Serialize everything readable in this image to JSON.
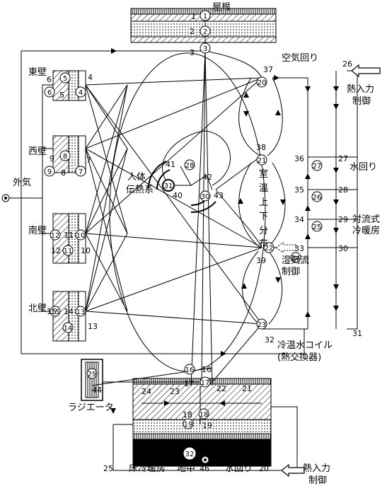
{
  "labels": {
    "roof": "屋根",
    "east_wall": "東壁",
    "west_wall": "西壁",
    "south_wall": "南壁",
    "north_wall": "北壁",
    "outdoor_air": "外気",
    "human_body": "人体",
    "human_heat": "伝熱系",
    "room_temp": [
      "室",
      "温",
      "上",
      "下",
      "分",
      "布"
    ],
    "air_loop": "空気回り",
    "heat_input_control_top": [
      "熱入力",
      "制御"
    ],
    "water_loop_right": "水回り",
    "convective_hvac": [
      "対流式",
      "冷暖房"
    ],
    "moisture_flow": "湿気流",
    "moisture_control": "制御",
    "coil": "冷温水コイル",
    "heat_exchanger": "(熱交換器)",
    "radiator": "ラジエータ",
    "floor_hvac": "床冷暖房",
    "ground": "地中",
    "water_loop_bottom": "水回り",
    "heat_input_control_bottom": [
      "熱入力",
      "制御"
    ]
  },
  "circled_nodes": [
    "1",
    "2",
    "3",
    "5",
    "4",
    "6",
    "8",
    "7",
    "9",
    "12",
    "10",
    "11",
    "15",
    "13",
    "14",
    "20",
    "21",
    "22",
    "23",
    "27",
    "26",
    "25",
    "24",
    "28",
    "31",
    "30",
    "16",
    "17",
    "18",
    "19",
    "29",
    "32"
  ],
  "plain_nodes": [
    "1",
    "2",
    "3",
    "4",
    "5",
    "6",
    "9",
    "7",
    "8",
    "12",
    "11",
    "10",
    "15",
    "14",
    "13",
    "37",
    "38",
    "39",
    "26",
    "27",
    "28",
    "29",
    "30",
    "31",
    "36",
    "35",
    "34",
    "33",
    "41",
    "42",
    "40",
    "43",
    "32",
    "16",
    "17",
    "18",
    "19",
    "21",
    "22",
    "23",
    "24",
    "20",
    "25",
    "46",
    "44"
  ]
}
